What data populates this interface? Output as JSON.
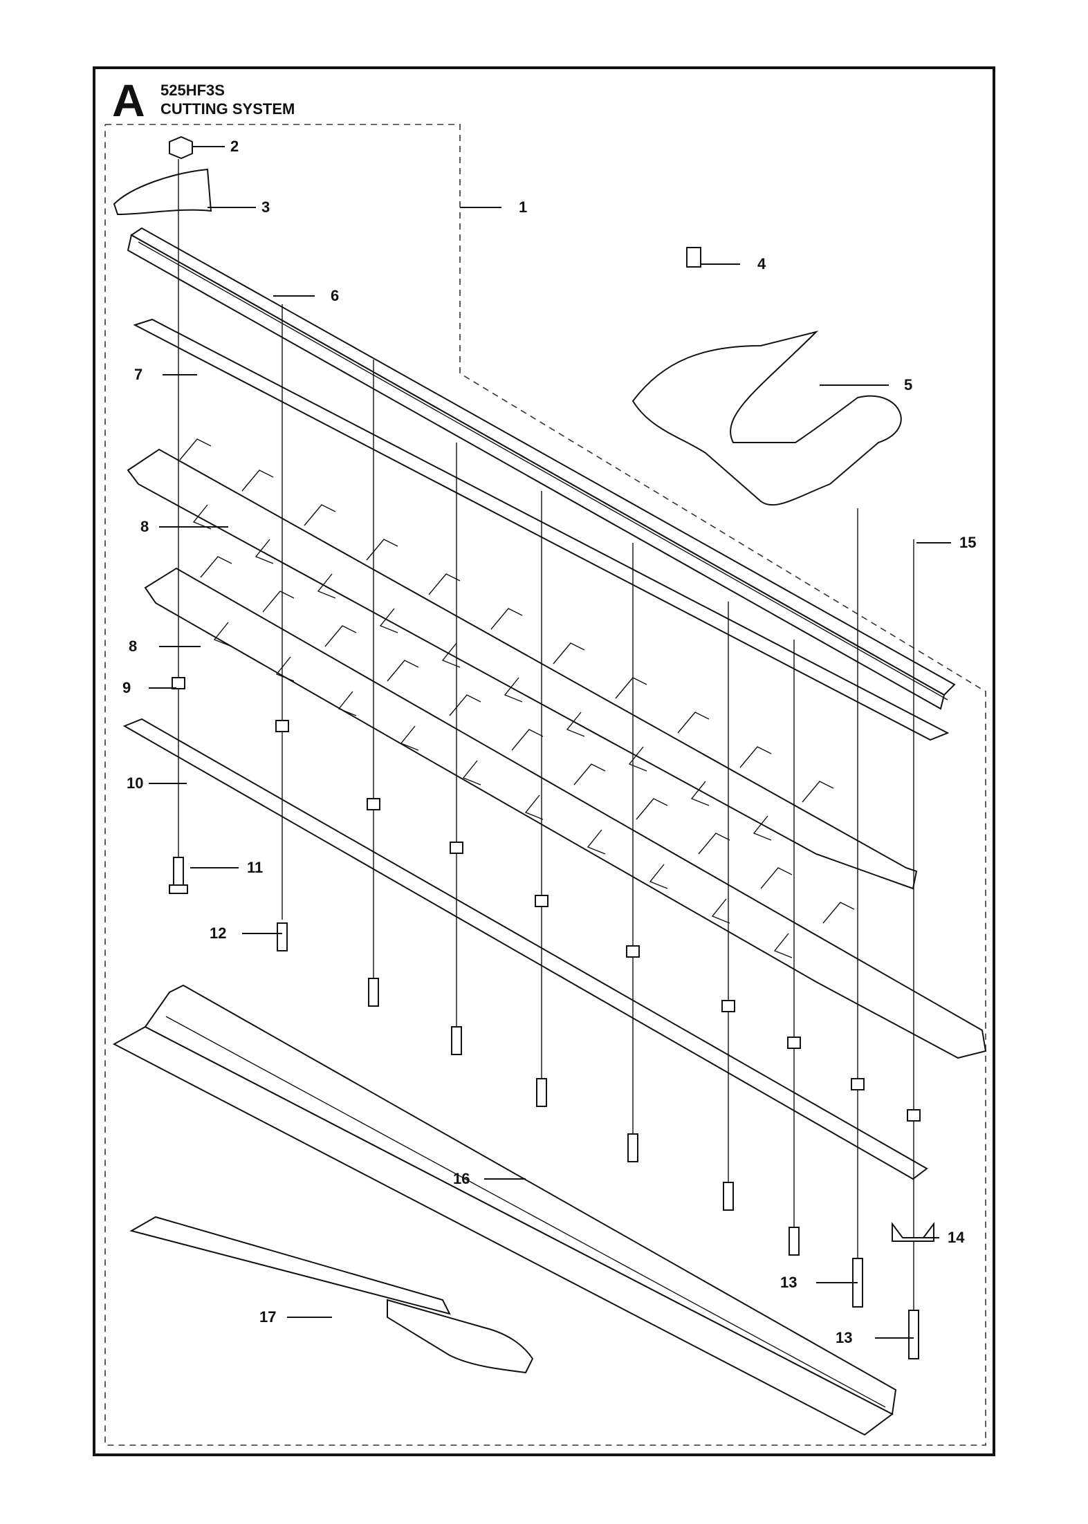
{
  "section": "A",
  "model": "525HF3S",
  "title": "CUTTING SYSTEM",
  "callouts": [
    "1",
    "2",
    "3",
    "4",
    "5",
    "6",
    "7",
    "8",
    "8",
    "9",
    "10",
    "11",
    "12",
    "13",
    "13",
    "14",
    "15",
    "16",
    "17"
  ]
}
